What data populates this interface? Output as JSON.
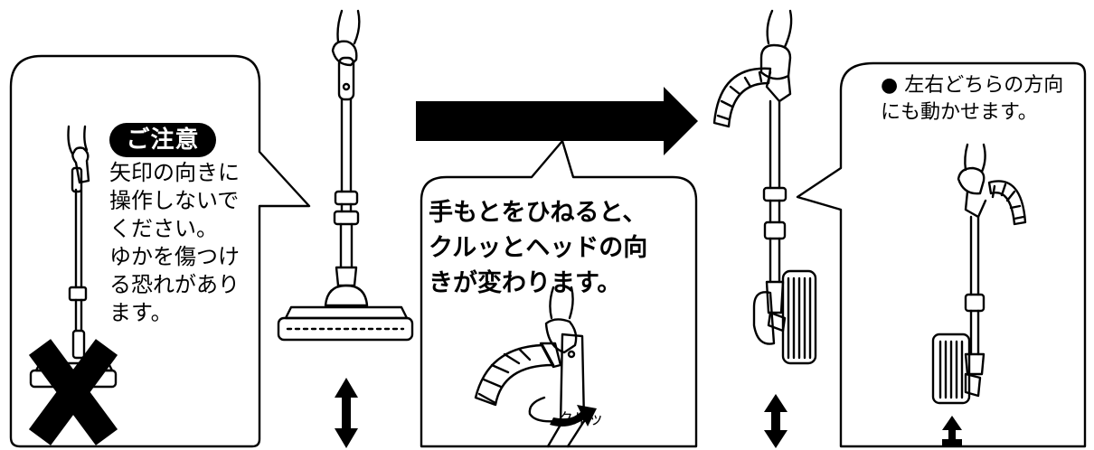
{
  "caution": {
    "badge": "ご注意",
    "text": "矢印の向きに\n操作しないで\nください。\nゆかを傷つけ\nる恐れがあり\nます。"
  },
  "center_box": {
    "text": "手もとをひねると、\nクルッとヘッドの向\nきが変わります。"
  },
  "right_box": {
    "text": "● 左右どちらの方向\nにも動かせます。"
  },
  "rotate_label": "クルッ"
}
